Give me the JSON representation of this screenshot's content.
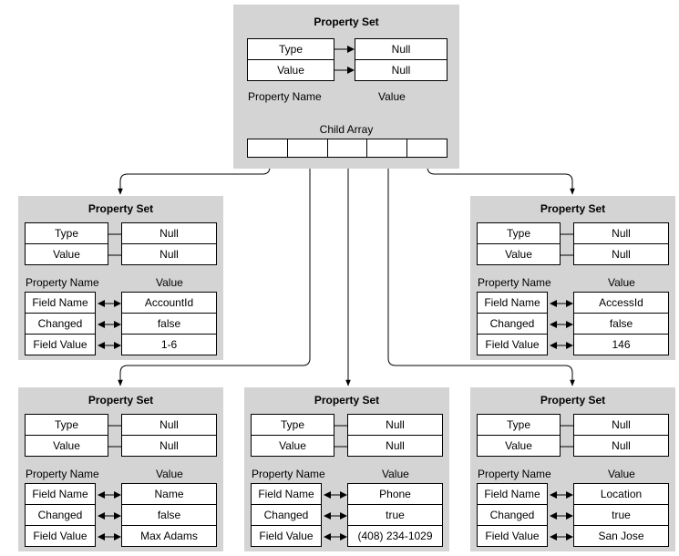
{
  "root": {
    "title": "Property Set",
    "type_label": "Type",
    "type_value": "Null",
    "value_label": "Value",
    "value_value": "Null",
    "prop_name_header": "Property Name",
    "value_header": "Value",
    "child_array_label": "Child Array"
  },
  "sets": [
    {
      "title": "Property Set",
      "type_label": "Type",
      "type_value": "Null",
      "value_label": "Value",
      "value_value": "Null",
      "prop_name_header": "Property Name",
      "value_header": "Value",
      "rows": [
        {
          "name": "Field Name",
          "value": "AccountId"
        },
        {
          "name": "Changed",
          "value": "false"
        },
        {
          "name": "Field Value",
          "value": "1-6"
        }
      ]
    },
    {
      "title": "Property Set",
      "type_label": "Type",
      "type_value": "Null",
      "value_label": "Value",
      "value_value": "Null",
      "prop_name_header": "Property Name",
      "value_header": "Value",
      "rows": [
        {
          "name": "Field Name",
          "value": "AccessId"
        },
        {
          "name": "Changed",
          "value": "false"
        },
        {
          "name": "Field Value",
          "value": "146"
        }
      ]
    },
    {
      "title": "Property Set",
      "type_label": "Type",
      "type_value": "Null",
      "value_label": "Value",
      "value_value": "Null",
      "prop_name_header": "Property Name",
      "value_header": "Value",
      "rows": [
        {
          "name": "Field Name",
          "value": "Name"
        },
        {
          "name": "Changed",
          "value": "false"
        },
        {
          "name": "Field Value",
          "value": "Max Adams"
        }
      ]
    },
    {
      "title": "Property Set",
      "type_label": "Type",
      "type_value": "Null",
      "value_label": "Value",
      "value_value": "Null",
      "prop_name_header": "Property Name",
      "value_header": "Value",
      "rows": [
        {
          "name": "Field Name",
          "value": "Phone"
        },
        {
          "name": "Changed",
          "value": "true"
        },
        {
          "name": "Field Value",
          "value": "(408) 234-1029"
        }
      ]
    },
    {
      "title": "Property Set",
      "type_label": "Type",
      "type_value": "Null",
      "value_label": "Value",
      "value_value": "Null",
      "prop_name_header": "Property Name",
      "value_header": "Value",
      "rows": [
        {
          "name": "Field Name",
          "value": "Location"
        },
        {
          "name": "Changed",
          "value": "true"
        },
        {
          "name": "Field Value",
          "value": "San Jose"
        }
      ]
    }
  ]
}
